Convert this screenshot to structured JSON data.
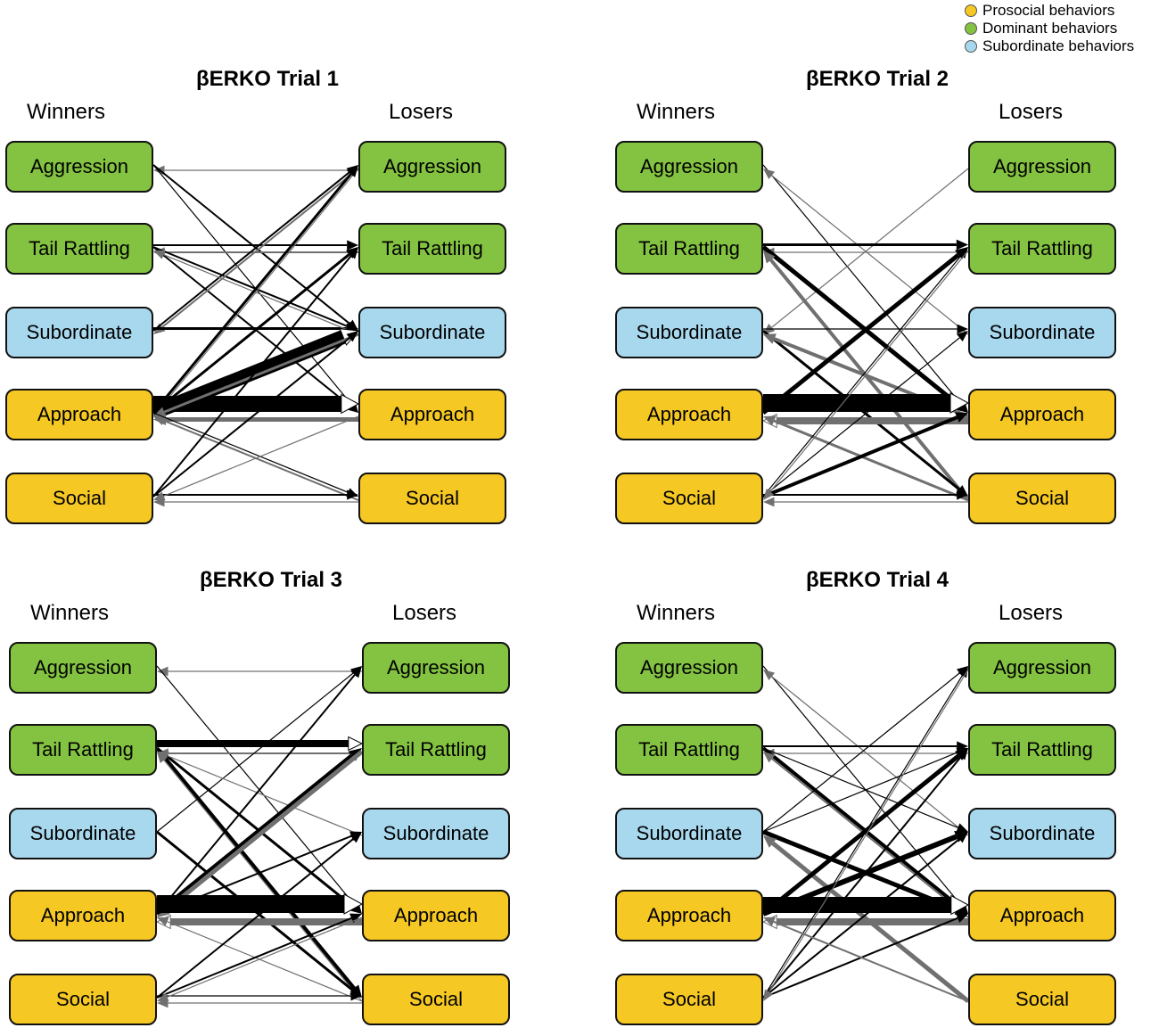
{
  "legend": [
    {
      "label": "Prosocial behaviors",
      "color": "#f5c823"
    },
    {
      "label": "Dominant behaviors",
      "color": "#84c341"
    },
    {
      "label": "Subordinate behaviors",
      "color": "#a8d8ee"
    }
  ],
  "colors": {
    "prosocial": "#f5c823",
    "dominant": "#84c341",
    "subordinate": "#a8d8ee",
    "arrow_winner_to_loser": "#000000",
    "arrow_loser_to_winner": "#707070"
  },
  "panels": [
    {
      "title": "βERKO Trial 1",
      "winners_label": "Winners",
      "losers_label": "Losers",
      "winners": [
        {
          "label": "Aggression",
          "category": "dominant"
        },
        {
          "label": "Tail Rattling",
          "category": "dominant"
        },
        {
          "label": "Subordinate",
          "category": "subordinate"
        },
        {
          "label": "Approach",
          "category": "prosocial"
        },
        {
          "label": "Social",
          "category": "prosocial"
        }
      ],
      "losers": [
        {
          "label": "Aggression",
          "category": "dominant"
        },
        {
          "label": "Tail Rattling",
          "category": "dominant"
        },
        {
          "label": "Subordinate",
          "category": "subordinate"
        },
        {
          "label": "Approach",
          "category": "prosocial"
        },
        {
          "label": "Social",
          "category": "prosocial"
        }
      ],
      "edges": [
        {
          "from": "loser",
          "src": 0,
          "dst": 0,
          "weight": 1
        },
        {
          "from": "winner",
          "src": 0,
          "dst": 2,
          "weight": 2
        },
        {
          "from": "winner",
          "src": 0,
          "dst": 3,
          "weight": 1
        },
        {
          "from": "winner",
          "src": 1,
          "dst": 1,
          "weight": 2
        },
        {
          "from": "loser",
          "src": 1,
          "dst": 1,
          "weight": 2
        },
        {
          "from": "winner",
          "src": 1,
          "dst": 2,
          "weight": 2
        },
        {
          "from": "winner",
          "src": 1,
          "dst": 3,
          "weight": 2
        },
        {
          "from": "loser",
          "src": 0,
          "dst": 2,
          "weight": 2
        },
        {
          "from": "loser",
          "src": 0,
          "dst": 3,
          "weight": 1
        },
        {
          "from": "winner",
          "src": 2,
          "dst": 0,
          "weight": 2
        },
        {
          "from": "winner",
          "src": 2,
          "dst": 2,
          "weight": 3
        },
        {
          "from": "loser",
          "src": 2,
          "dst": 1,
          "weight": 1
        },
        {
          "from": "winner",
          "src": 3,
          "dst": 0,
          "weight": 3
        },
        {
          "from": "winner",
          "src": 3,
          "dst": 1,
          "weight": 3
        },
        {
          "from": "winner",
          "src": 3,
          "dst": 2,
          "weight": 16
        },
        {
          "from": "winner",
          "src": 3,
          "dst": 3,
          "weight": 18
        },
        {
          "from": "loser",
          "src": 3,
          "dst": 3,
          "weight": 5
        },
        {
          "from": "loser",
          "src": 2,
          "dst": 3,
          "weight": 3
        },
        {
          "from": "loser",
          "src": 4,
          "dst": 3,
          "weight": 2
        },
        {
          "from": "winner",
          "src": 4,
          "dst": 1,
          "weight": 2
        },
        {
          "from": "winner",
          "src": 4,
          "dst": 2,
          "weight": 2
        },
        {
          "from": "winner",
          "src": 4,
          "dst": 4,
          "weight": 2
        },
        {
          "from": "loser",
          "src": 4,
          "dst": 4,
          "weight": 1
        },
        {
          "from": "winner",
          "src": 3,
          "dst": 4,
          "weight": 1
        },
        {
          "from": "loser",
          "src": 3,
          "dst": 4,
          "weight": 1
        }
      ]
    },
    {
      "title": "βERKO Trial 2",
      "winners_label": "Winners",
      "losers_label": "Losers",
      "winners": [
        {
          "label": "Aggression",
          "category": "dominant"
        },
        {
          "label": "Tail Rattling",
          "category": "dominant"
        },
        {
          "label": "Subordinate",
          "category": "subordinate"
        },
        {
          "label": "Approach",
          "category": "prosocial"
        },
        {
          "label": "Social",
          "category": "prosocial"
        }
      ],
      "losers": [
        {
          "label": "Aggression",
          "category": "dominant"
        },
        {
          "label": "Tail Rattling",
          "category": "dominant"
        },
        {
          "label": "Subordinate",
          "category": "subordinate"
        },
        {
          "label": "Approach",
          "category": "prosocial"
        },
        {
          "label": "Social",
          "category": "prosocial"
        }
      ],
      "edges": [
        {
          "from": "winner",
          "src": 0,
          "dst": 3,
          "weight": 1
        },
        {
          "from": "loser",
          "src": 2,
          "dst": 0,
          "weight": 1
        },
        {
          "from": "loser",
          "src": 0,
          "dst": 2,
          "weight": 1
        },
        {
          "from": "winner",
          "src": 1,
          "dst": 1,
          "weight": 3
        },
        {
          "from": "loser",
          "src": 1,
          "dst": 1,
          "weight": 1
        },
        {
          "from": "winner",
          "src": 1,
          "dst": 3,
          "weight": 5
        },
        {
          "from": "loser",
          "src": 4,
          "dst": 1,
          "weight": 4
        },
        {
          "from": "winner",
          "src": 2,
          "dst": 2,
          "weight": 1
        },
        {
          "from": "winner",
          "src": 2,
          "dst": 4,
          "weight": 3
        },
        {
          "from": "loser",
          "src": 3,
          "dst": 2,
          "weight": 4
        },
        {
          "from": "winner",
          "src": 3,
          "dst": 1,
          "weight": 5
        },
        {
          "from": "winner",
          "src": 3,
          "dst": 3,
          "weight": 20
        },
        {
          "from": "loser",
          "src": 3,
          "dst": 3,
          "weight": 8
        },
        {
          "from": "loser",
          "src": 4,
          "dst": 3,
          "weight": 3
        },
        {
          "from": "winner",
          "src": 4,
          "dst": 1,
          "weight": 1
        },
        {
          "from": "winner",
          "src": 4,
          "dst": 2,
          "weight": 1
        },
        {
          "from": "winner",
          "src": 4,
          "dst": 3,
          "weight": 4
        },
        {
          "from": "winner",
          "src": 4,
          "dst": 4,
          "weight": 2
        },
        {
          "from": "loser",
          "src": 4,
          "dst": 4,
          "weight": 1
        },
        {
          "from": "loser",
          "src": 1,
          "dst": 4,
          "weight": 1
        }
      ]
    },
    {
      "title": "βERKO Trial 3",
      "winners_label": "Winners",
      "losers_label": "Losers",
      "winners": [
        {
          "label": "Aggression",
          "category": "dominant"
        },
        {
          "label": "Tail Rattling",
          "category": "dominant"
        },
        {
          "label": "Subordinate",
          "category": "subordinate"
        },
        {
          "label": "Approach",
          "category": "prosocial"
        },
        {
          "label": "Social",
          "category": "prosocial"
        }
      ],
      "losers": [
        {
          "label": "Aggression",
          "category": "dominant"
        },
        {
          "label": "Tail Rattling",
          "category": "dominant"
        },
        {
          "label": "Subordinate",
          "category": "subordinate"
        },
        {
          "label": "Approach",
          "category": "prosocial"
        },
        {
          "label": "Social",
          "category": "prosocial"
        }
      ],
      "edges": [
        {
          "from": "loser",
          "src": 0,
          "dst": 0,
          "weight": 1
        },
        {
          "from": "winner",
          "src": 0,
          "dst": 3,
          "weight": 1
        },
        {
          "from": "winner",
          "src": 1,
          "dst": 1,
          "weight": 8
        },
        {
          "from": "loser",
          "src": 1,
          "dst": 1,
          "weight": 2
        },
        {
          "from": "winner",
          "src": 1,
          "dst": 3,
          "weight": 3
        },
        {
          "from": "winner",
          "src": 1,
          "dst": 4,
          "weight": 4
        },
        {
          "from": "loser",
          "src": 4,
          "dst": 1,
          "weight": 1
        },
        {
          "from": "winner",
          "src": 2,
          "dst": 0,
          "weight": 1
        },
        {
          "from": "loser",
          "src": 2,
          "dst": 1,
          "weight": 1
        },
        {
          "from": "winner",
          "src": 2,
          "dst": 4,
          "weight": 3
        },
        {
          "from": "winner",
          "src": 3,
          "dst": 0,
          "weight": 2
        },
        {
          "from": "winner",
          "src": 3,
          "dst": 1,
          "weight": 6
        },
        {
          "from": "loser",
          "src": 1,
          "dst": 3,
          "weight": 5
        },
        {
          "from": "winner",
          "src": 3,
          "dst": 2,
          "weight": 2
        },
        {
          "from": "winner",
          "src": 3,
          "dst": 3,
          "weight": 20
        },
        {
          "from": "loser",
          "src": 3,
          "dst": 3,
          "weight": 8
        },
        {
          "from": "loser",
          "src": 4,
          "dst": 3,
          "weight": 1
        },
        {
          "from": "winner",
          "src": 4,
          "dst": 2,
          "weight": 2
        },
        {
          "from": "winner",
          "src": 4,
          "dst": 3,
          "weight": 2
        },
        {
          "from": "winner",
          "src": 4,
          "dst": 4,
          "weight": 1
        },
        {
          "from": "loser",
          "src": 4,
          "dst": 4,
          "weight": 1
        },
        {
          "from": "loser",
          "src": 3,
          "dst": 4,
          "weight": 1
        }
      ]
    },
    {
      "title": "βERKO Trial 4",
      "winners_label": "Winners",
      "losers_label": "Losers",
      "winners": [
        {
          "label": "Aggression",
          "category": "dominant"
        },
        {
          "label": "Tail Rattling",
          "category": "dominant"
        },
        {
          "label": "Subordinate",
          "category": "subordinate"
        },
        {
          "label": "Approach",
          "category": "prosocial"
        },
        {
          "label": "Social",
          "category": "prosocial"
        }
      ],
      "losers": [
        {
          "label": "Aggression",
          "category": "dominant"
        },
        {
          "label": "Tail Rattling",
          "category": "dominant"
        },
        {
          "label": "Subordinate",
          "category": "subordinate"
        },
        {
          "label": "Approach",
          "category": "prosocial"
        },
        {
          "label": "Social",
          "category": "prosocial"
        }
      ],
      "edges": [
        {
          "from": "winner",
          "src": 0,
          "dst": 3,
          "weight": 1
        },
        {
          "from": "loser",
          "src": 2,
          "dst": 0,
          "weight": 1
        },
        {
          "from": "winner",
          "src": 1,
          "dst": 1,
          "weight": 2
        },
        {
          "from": "loser",
          "src": 1,
          "dst": 1,
          "weight": 1
        },
        {
          "from": "winner",
          "src": 1,
          "dst": 2,
          "weight": 1
        },
        {
          "from": "winner",
          "src": 1,
          "dst": 3,
          "weight": 4
        },
        {
          "from": "loser",
          "src": 3,
          "dst": 1,
          "weight": 2
        },
        {
          "from": "winner",
          "src": 2,
          "dst": 0,
          "weight": 1
        },
        {
          "from": "winner",
          "src": 2,
          "dst": 1,
          "weight": 1
        },
        {
          "from": "winner",
          "src": 2,
          "dst": 3,
          "weight": 5
        },
        {
          "from": "loser",
          "src": 4,
          "dst": 2,
          "weight": 5
        },
        {
          "from": "winner",
          "src": 3,
          "dst": 1,
          "weight": 5
        },
        {
          "from": "winner",
          "src": 3,
          "dst": 2,
          "weight": 6
        },
        {
          "from": "winner",
          "src": 3,
          "dst": 3,
          "weight": 18
        },
        {
          "from": "loser",
          "src": 3,
          "dst": 3,
          "weight": 8
        },
        {
          "from": "winner",
          "src": 4,
          "dst": 0,
          "weight": 1
        },
        {
          "from": "winner",
          "src": 4,
          "dst": 1,
          "weight": 2
        },
        {
          "from": "winner",
          "src": 4,
          "dst": 2,
          "weight": 2
        },
        {
          "from": "winner",
          "src": 4,
          "dst": 3,
          "weight": 2
        },
        {
          "from": "loser",
          "src": 0,
          "dst": 4,
          "weight": 1
        },
        {
          "from": "loser",
          "src": 4,
          "dst": 3,
          "weight": 2
        }
      ]
    }
  ]
}
